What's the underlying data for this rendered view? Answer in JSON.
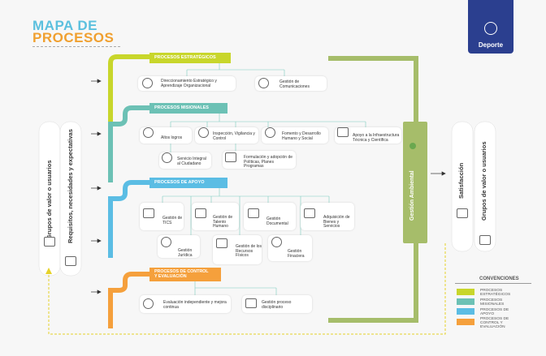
{
  "title": {
    "line1": "MAPA DE",
    "line2": "PROCESOS"
  },
  "logo": {
    "text": "Deporte"
  },
  "left_panel": {
    "col1": "Grupos de valor o usuarios",
    "col2": "Requisitos, necesidades y expectativas"
  },
  "right_panel": {
    "col1": "Satisfacción",
    "col2": "Grupos de valor o usuarios"
  },
  "bar_label": "Gestión Ambiental",
  "categories": {
    "estrategicos": "PROCESOS ESTRATÉGICOS",
    "misionales": "PROCESOS MISIONALES",
    "apoyo": "PROCESOS DE APOYO",
    "control_line1": "PROCESOS DE CONTROL",
    "control_line2": "Y EVALUACIÓN"
  },
  "processes": {
    "direccionamiento": "Direccionamiento Estratégico y Aprendizaje Organizacional",
    "comunicaciones": "Gestión de Comunicaciones",
    "altos_logros": "Altos logros",
    "inspeccion": "Inspección, Vigilancia y Control",
    "fomento": "Fomento y Desarrollo Humano y Social",
    "infraestructura": "Apoyo a la Infraestructura Técnica y Científica",
    "servicio": "Servicio Integral al Ciudadano",
    "formulacion": "Formulación y adopción de Políticas, Planes Programas",
    "tics": "Gestión de TICS",
    "talento": "Gestión de Talento Humano",
    "documental": "Gestión Documental",
    "bienes": "Adquisición de Bienes y Servicios",
    "juridica": "Gestión Jurídica",
    "recursos": "Gestión de los Recursos Físicos",
    "financiera": "Gestión Finaciera",
    "evaluacion": "Evaluación independiente y mejora continua",
    "disciplinario": "Gestión proceso disciplinario"
  },
  "conventions": {
    "title": "CONVENCIONES",
    "items": [
      {
        "label": "PROCESOS ESTRATÉGICOS",
        "color": "#c8d62b"
      },
      {
        "label": "PROCESOS MISIONALES",
        "color": "#6cc1b5"
      },
      {
        "label": "PROCESOS DE APOYO",
        "color": "#5bbde4"
      },
      {
        "label": "PROCESOS DE CONTROL Y EVALUACIÓN",
        "color": "#f5a03c"
      }
    ]
  },
  "colors": {
    "estrategicos": "#c8d62b",
    "misionales": "#6cc1b5",
    "apoyo": "#5bbde4",
    "control": "#f5a03c",
    "ambiental": "#a6bd6a",
    "brand": "#2b3f8f"
  }
}
